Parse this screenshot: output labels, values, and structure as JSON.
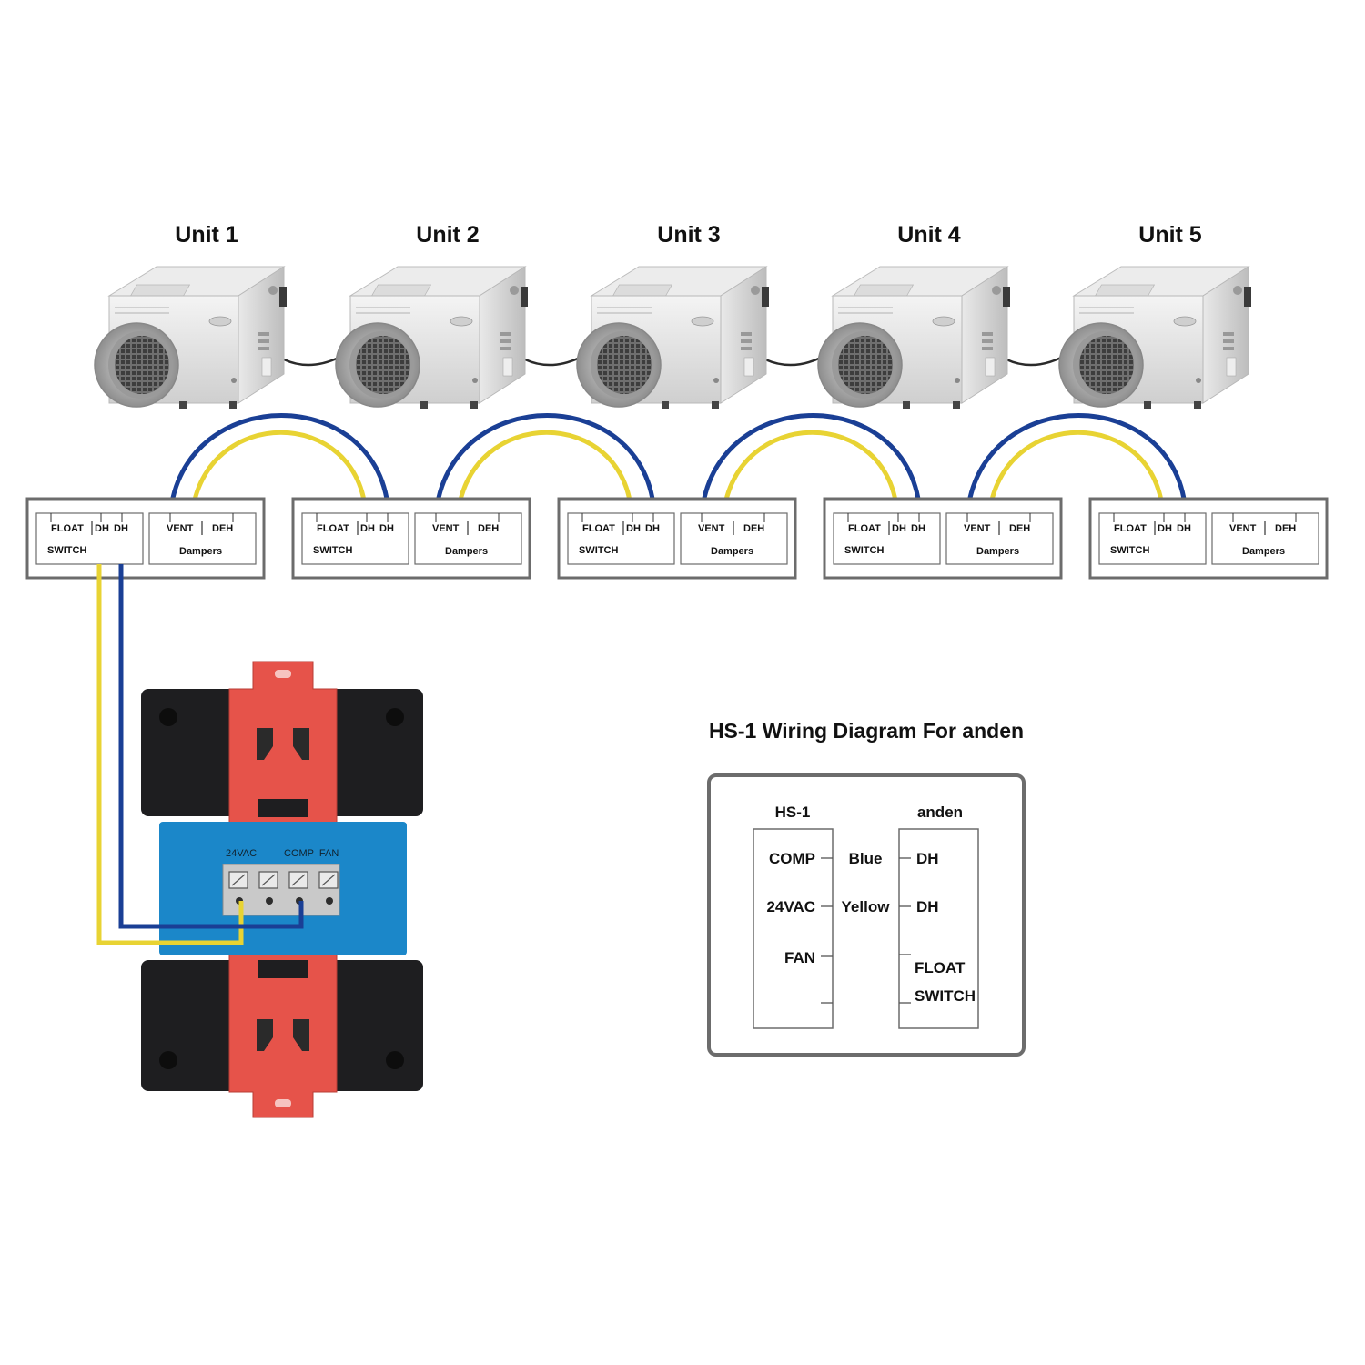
{
  "units": [
    {
      "title": "Unit 1"
    },
    {
      "title": "Unit 2"
    },
    {
      "title": "Unit 3"
    },
    {
      "title": "Unit 4"
    },
    {
      "title": "Unit 5"
    }
  ],
  "terminal_block": {
    "float": "FLOAT",
    "dh1": "DH",
    "dh2": "DH",
    "switch": "SWITCH",
    "vent": "VENT",
    "deh": "DEH",
    "dampers": "Dampers"
  },
  "wires": {
    "blue": "#1a3f95",
    "yellow": "#e8d333"
  },
  "hs1_device": {
    "label_24vac": "24VAC",
    "label_comp_fan": "COMP  FAN",
    "colors": {
      "body": "#1e1e20",
      "clip": "#e6534a",
      "panel": "#1b87c9",
      "terminal": "#c9c9c9"
    }
  },
  "wiring_diagram": {
    "title": "HS-1 Wiring Diagram For anden",
    "left_header": "HS-1",
    "right_header": "anden",
    "left_terminals": [
      "COMP",
      "24VAC",
      "FAN"
    ],
    "wire_labels": [
      "Blue",
      "Yellow"
    ],
    "right_terminals": [
      "DH",
      "DH",
      "FLOAT",
      "SWITCH"
    ]
  }
}
